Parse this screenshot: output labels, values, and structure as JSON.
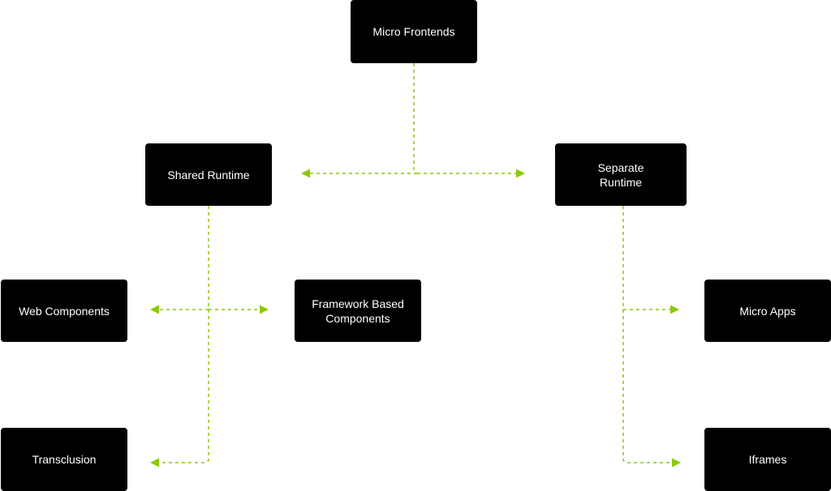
{
  "diagram": {
    "accent_color": "#8cc90b",
    "node_color": "#000000",
    "text_color": "#ffffff",
    "nodes": {
      "root": {
        "line1": "Micro Frontends",
        "line2": ""
      },
      "shared_runtime": {
        "line1": "Shared Runtime",
        "line2": ""
      },
      "separate_runtime": {
        "line1": "Separate",
        "line2": "Runtime"
      },
      "web_components": {
        "line1": "Web Components",
        "line2": ""
      },
      "framework_components": {
        "line1": "Framework Based",
        "line2": "Components"
      },
      "micro_apps": {
        "line1": "Micro Apps",
        "line2": ""
      },
      "transclusion": {
        "line1": "Transclusion",
        "line2": ""
      },
      "iframes": {
        "line1": "Iframes",
        "line2": ""
      }
    },
    "edges": [
      {
        "from": "root",
        "to": "shared_runtime"
      },
      {
        "from": "root",
        "to": "separate_runtime"
      },
      {
        "from": "shared_runtime",
        "to": "web_components"
      },
      {
        "from": "shared_runtime",
        "to": "framework_components"
      },
      {
        "from": "shared_runtime",
        "to": "transclusion"
      },
      {
        "from": "separate_runtime",
        "to": "micro_apps"
      },
      {
        "from": "separate_runtime",
        "to": "iframes"
      }
    ]
  }
}
